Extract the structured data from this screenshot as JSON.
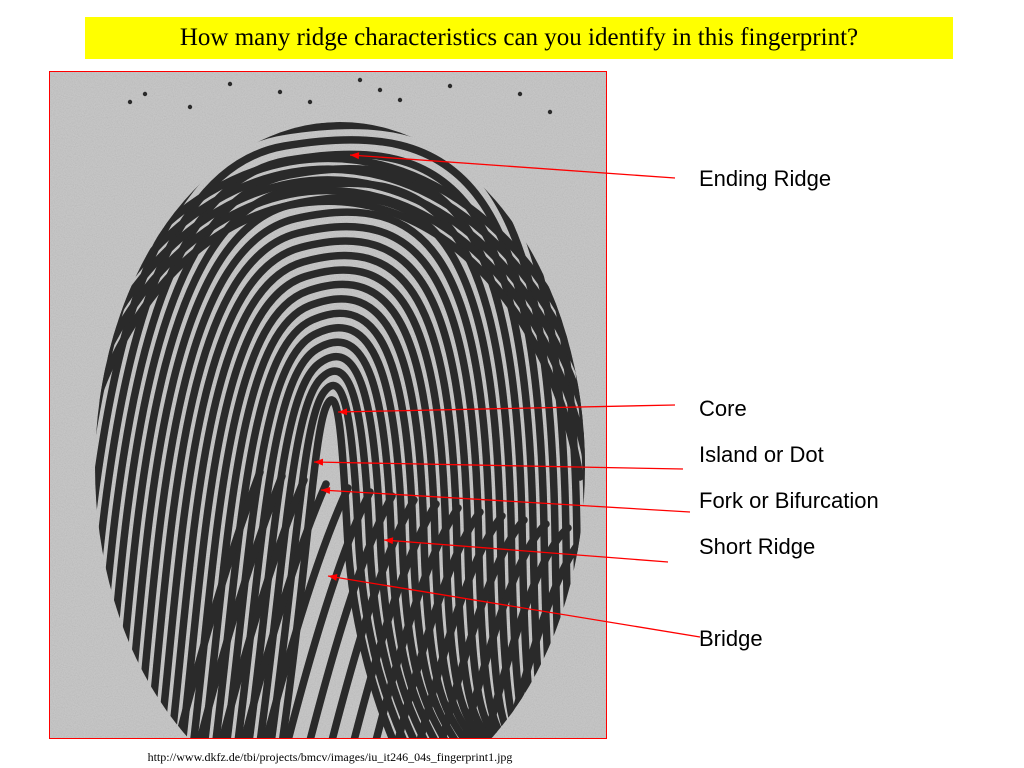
{
  "title": "How many ridge characteristics can you identify in this fingerprint?",
  "image": {
    "subject": "fingerprint"
  },
  "labels": {
    "ending_ridge": "Ending Ridge",
    "core": "Core",
    "island_or_dot": "Island or Dot",
    "fork_or_bifurcation": "Fork or Bifurcation",
    "short_ridge": "Short Ridge",
    "bridge": "Bridge"
  },
  "source_url": "http://www.dkfz.de/tbi/projects/bmcv/images/iu_it246_04s_fingerprint1.jpg",
  "colors": {
    "title_background": "#ffff00",
    "leader_lines": "#ff0000",
    "frame_border": "#ff0000"
  }
}
